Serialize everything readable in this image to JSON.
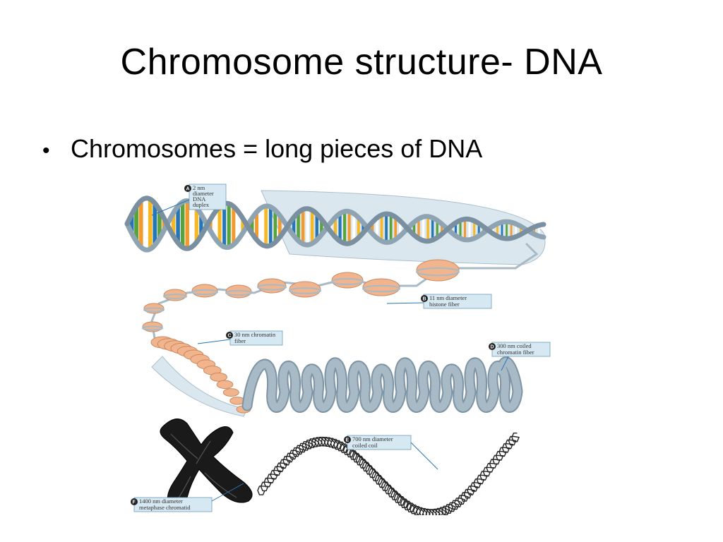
{
  "slide": {
    "title": "Chromosome structure- DNA",
    "bullets": [
      "Chromosomes = long pieces of DNA"
    ]
  },
  "diagram": {
    "labels": [
      {
        "letter": "A",
        "lines": [
          "2 nm",
          "diameter",
          "DNA",
          "duplex"
        ]
      },
      {
        "letter": "B",
        "lines": [
          "11 nm diameter",
          "histone fiber"
        ]
      },
      {
        "letter": "C",
        "lines": [
          "30 nm chromatin",
          "fiber"
        ]
      },
      {
        "letter": "D",
        "lines": [
          "300 nm coiled",
          "chromatin fiber"
        ]
      },
      {
        "letter": "E",
        "lines": [
          "700 nm diameter",
          "coiled coil"
        ]
      },
      {
        "letter": "F",
        "lines": [
          "1400 nm diameter",
          "metaphase chromatid"
        ]
      }
    ],
    "colors": {
      "dna_backbone": "#8fa4b3",
      "base_colors": [
        "#f7b824",
        "#2576b8",
        "#5aa33c",
        "#f29a2e",
        "#ffffff"
      ],
      "nucleosome": "#f2b48c",
      "fiber": "#a8bac6",
      "label_box": "#d6e8f2",
      "chromosome": "#1a1a1a"
    }
  }
}
